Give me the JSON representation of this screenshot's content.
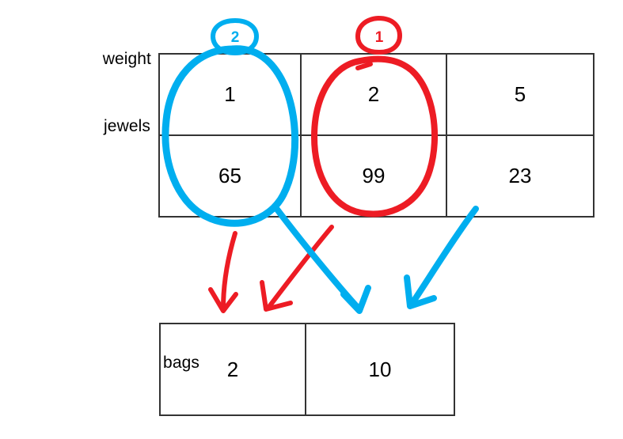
{
  "diagram": {
    "title": "jewels weight table with bag assignment annotations",
    "colors": {
      "blue": "#00AEEF",
      "red": "#ED1C24",
      "table_border": "#333333",
      "text": "#000000",
      "background": "#ffffff"
    }
  },
  "labels": {
    "weight": "weight",
    "jewels": "jewels",
    "bags": "bags"
  },
  "jewels_table": {
    "rows": [
      {
        "name": "weight",
        "cells": [
          "1",
          "2",
          "5"
        ]
      },
      {
        "name": "jewels",
        "cells": [
          "65",
          "99",
          "23"
        ]
      }
    ]
  },
  "bags_table": {
    "rows": [
      {
        "name": "bags",
        "cells": [
          "2",
          "10"
        ]
      }
    ]
  },
  "annotations": {
    "circled_markers": [
      {
        "label": "2",
        "color": "#00AEEF",
        "target_column": 1
      },
      {
        "label": "1",
        "color": "#ED1C24",
        "target_column": 2
      }
    ],
    "ellipses": [
      {
        "color": "#00AEEF",
        "encircles_column": 1
      },
      {
        "color": "#ED1C24",
        "encircles_column": 2
      }
    ],
    "arrows": [
      {
        "color": "#ED1C24",
        "from": "column-1",
        "to": "bag-1"
      },
      {
        "color": "#ED1C24",
        "from": "column-2",
        "to": "bag-1"
      },
      {
        "color": "#00AEEF",
        "from": "column-1",
        "to": "bag-2"
      },
      {
        "color": "#00AEEF",
        "from": "column-3",
        "to": "bag-2"
      }
    ]
  }
}
